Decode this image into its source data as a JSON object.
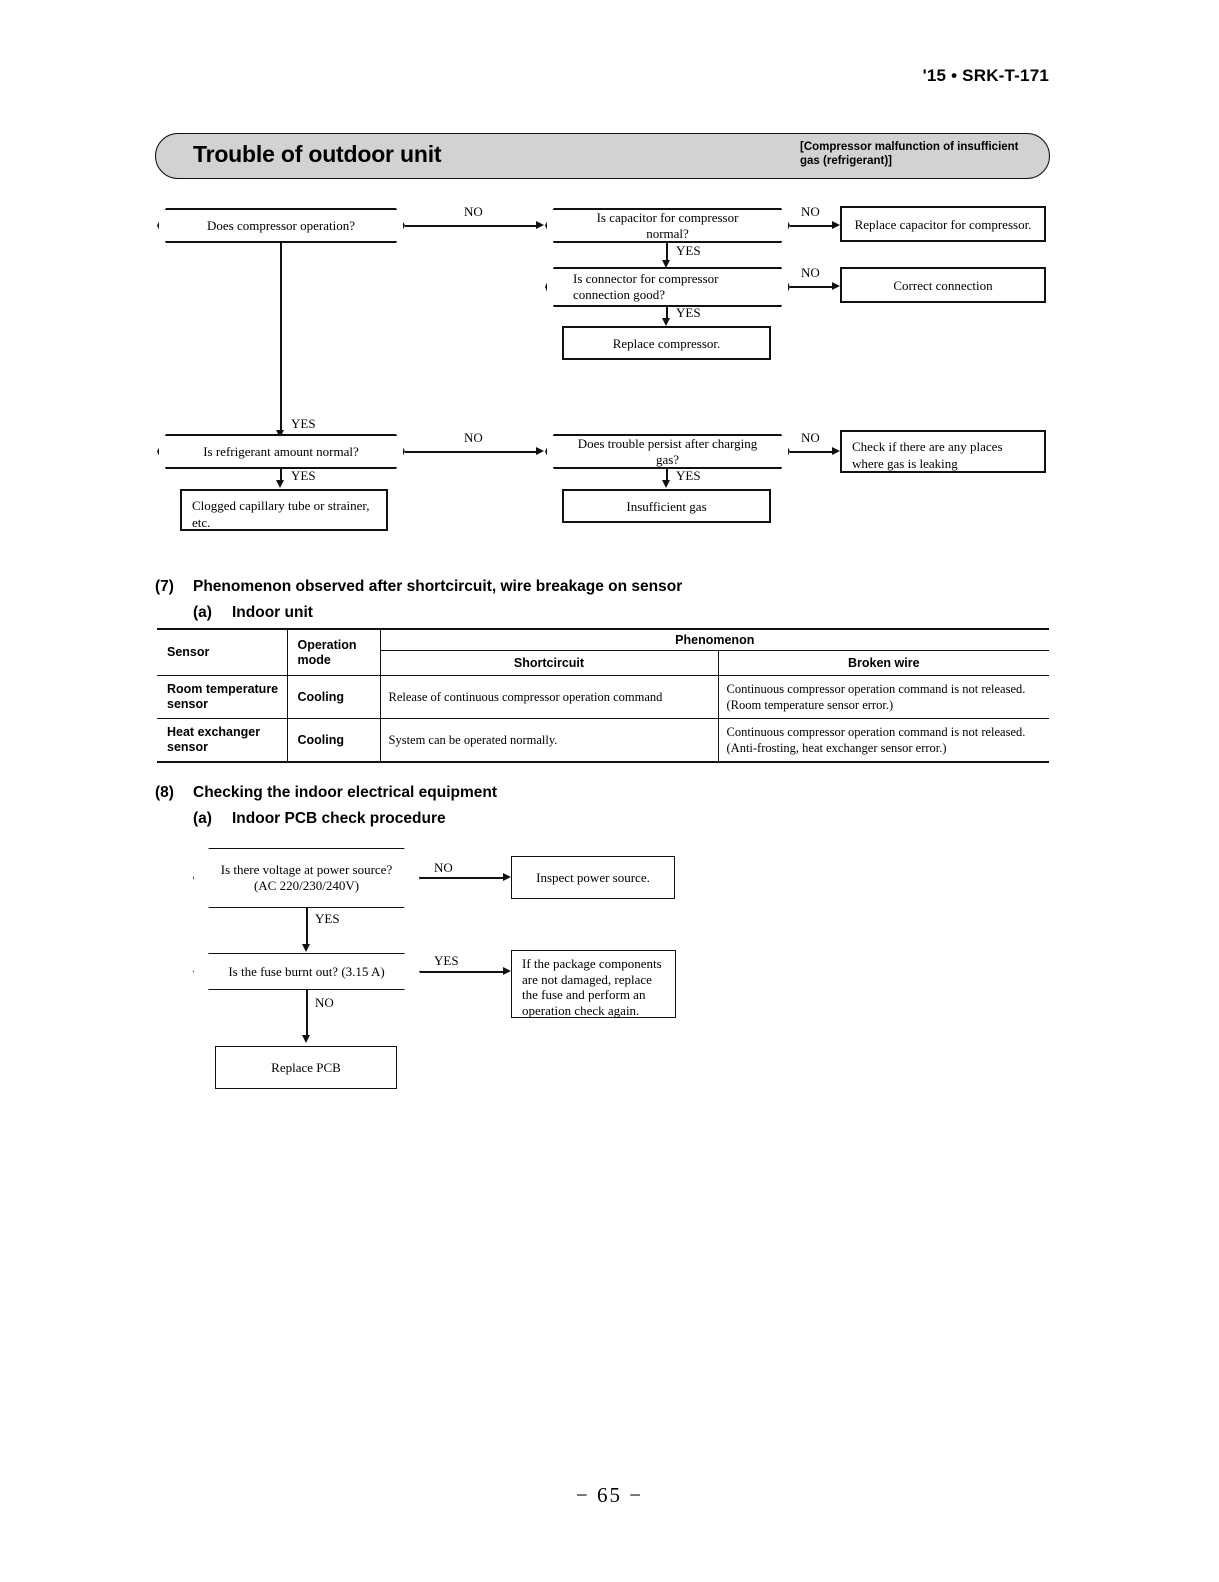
{
  "header": {
    "doc_code": "'15 • SRK-T-171"
  },
  "title_bar": {
    "title": "Trouble of outdoor unit",
    "note": "[Compressor malfunction of insufficient gas (refrigerant)]"
  },
  "flowchart_outdoor": {
    "nodes": {
      "does_compressor_operation": "Does compressor operation?",
      "is_capacitor_normal": "Is capacitor for compressor normal?",
      "replace_capacitor": "Replace capacitor for compressor.",
      "is_connector_good": "Is connector for compressor connection good?",
      "correct_connection": "Correct connection",
      "replace_compressor": "Replace compressor.",
      "is_refrigerant_normal": "Is refrigerant amount normal?",
      "clogged_capillary": "Clogged capillary tube or strainer, etc.",
      "does_trouble_persist": "Does trouble persist after charging gas?",
      "check_gas_leaking": "Check if there are any places where gas is leaking",
      "insufficient_gas": "Insufficient gas"
    },
    "labels": {
      "no_1": "NO",
      "no_2": "NO",
      "yes_1": "YES",
      "no_3": "NO",
      "yes_2": "YES",
      "yes_left": "YES",
      "no_4": "NO",
      "yes_3": "YES",
      "no_5": "NO",
      "yes_4": "YES"
    }
  },
  "section_7": {
    "number": "(7)",
    "title": "Phenomenon observed after shortcircuit, wire breakage on sensor",
    "sub_a": {
      "number": "(a)",
      "title": "Indoor unit"
    },
    "table": {
      "headers": {
        "sensor": "Sensor",
        "operation_mode": "Operation mode",
        "phenomenon": "Phenomenon",
        "shortcircuit": "Shortcircuit",
        "broken_wire": "Broken wire"
      },
      "rows": [
        {
          "sensor": "Room temperature sensor",
          "operation_mode": "Cooling",
          "shortcircuit": "Release of continuous compressor operation command",
          "broken_wire": "Continuous compressor operation command is not released. (Room temperature sensor error.)"
        },
        {
          "sensor": "Heat exchanger sensor",
          "operation_mode": "Cooling",
          "shortcircuit": "System can be operated normally.",
          "broken_wire": "Continuous compressor operation command is not released. (Anti-frosting, heat exchanger sensor error.)"
        }
      ]
    }
  },
  "section_8": {
    "number": "(8)",
    "title": "Checking the indoor electrical equipment",
    "sub_a": {
      "number": "(a)",
      "title": "Indoor PCB check procedure"
    },
    "flowchart_pcb": {
      "nodes": {
        "is_there_voltage": "Is there voltage at power source? (AC 220/230/240V)",
        "inspect_power_source": "Inspect  power  source.",
        "is_fuse_burnt": "Is the fuse burnt out? (3.15 A)",
        "package_components": "If the package components are not damaged, replace the fuse and perform an operation check again.",
        "replace_pcb": "Replace PCB"
      },
      "labels": {
        "no_1": "NO",
        "yes_1": "YES",
        "yes_2": "YES",
        "no_2": "NO"
      }
    }
  },
  "footer": {
    "page_number": "− 65 −"
  }
}
